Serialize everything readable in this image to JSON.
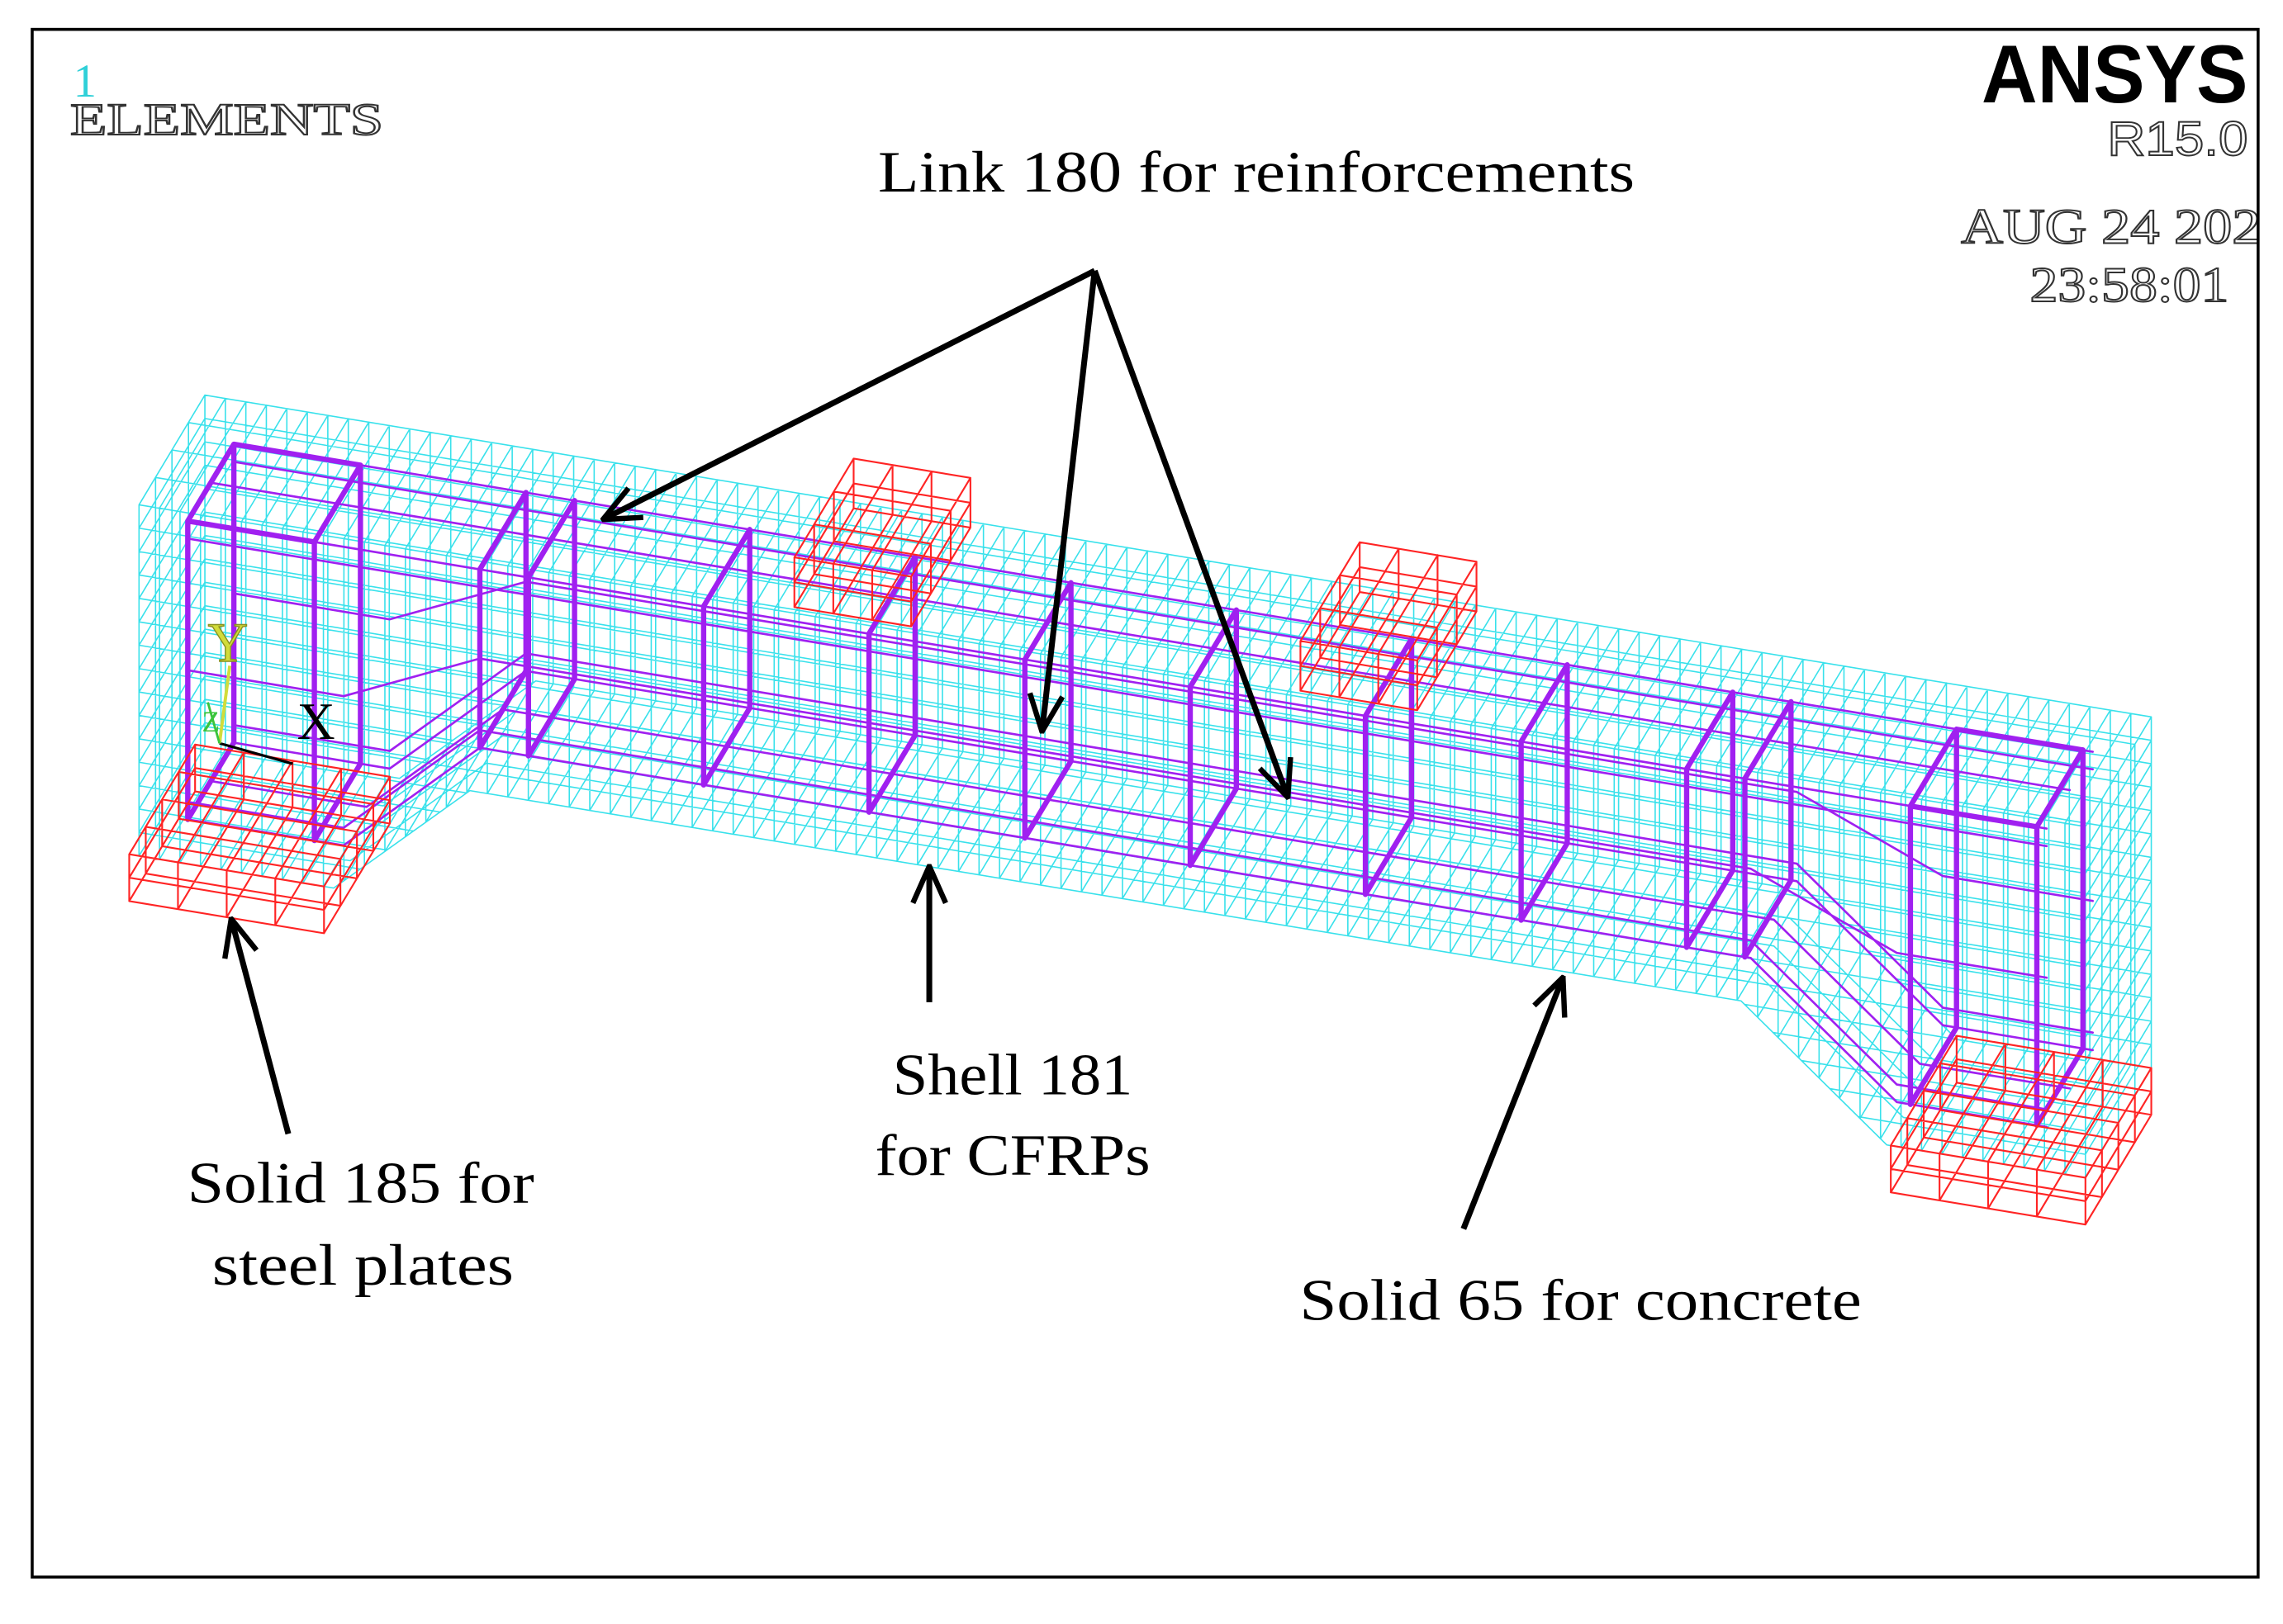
{
  "header": {
    "window_number": "1",
    "plot_title": "ELEMENTS",
    "brand": "ANSYS",
    "release": "R15.0",
    "date": "AUG 24 202",
    "time": "23:58:01"
  },
  "triad": {
    "x": "X",
    "y": "Y",
    "z": "Z"
  },
  "annotations": {
    "link": "Link 180 for reinforcements",
    "shell": [
      "Shell 181",
      "for CFRPs"
    ],
    "solid185": [
      "Solid 185 for",
      "steel plates"
    ],
    "solid65": "Solid 65 for concrete"
  },
  "colors": {
    "concrete_mesh": "#38e1eb",
    "reinforcement": "#a020f0",
    "steel_plates": "#ff2424",
    "window_number": "#2fd0d8",
    "triad_x": "#000000",
    "triad_y": "#d2dc3a",
    "triad_z": "#39c43c",
    "annotation": "#000000"
  }
}
